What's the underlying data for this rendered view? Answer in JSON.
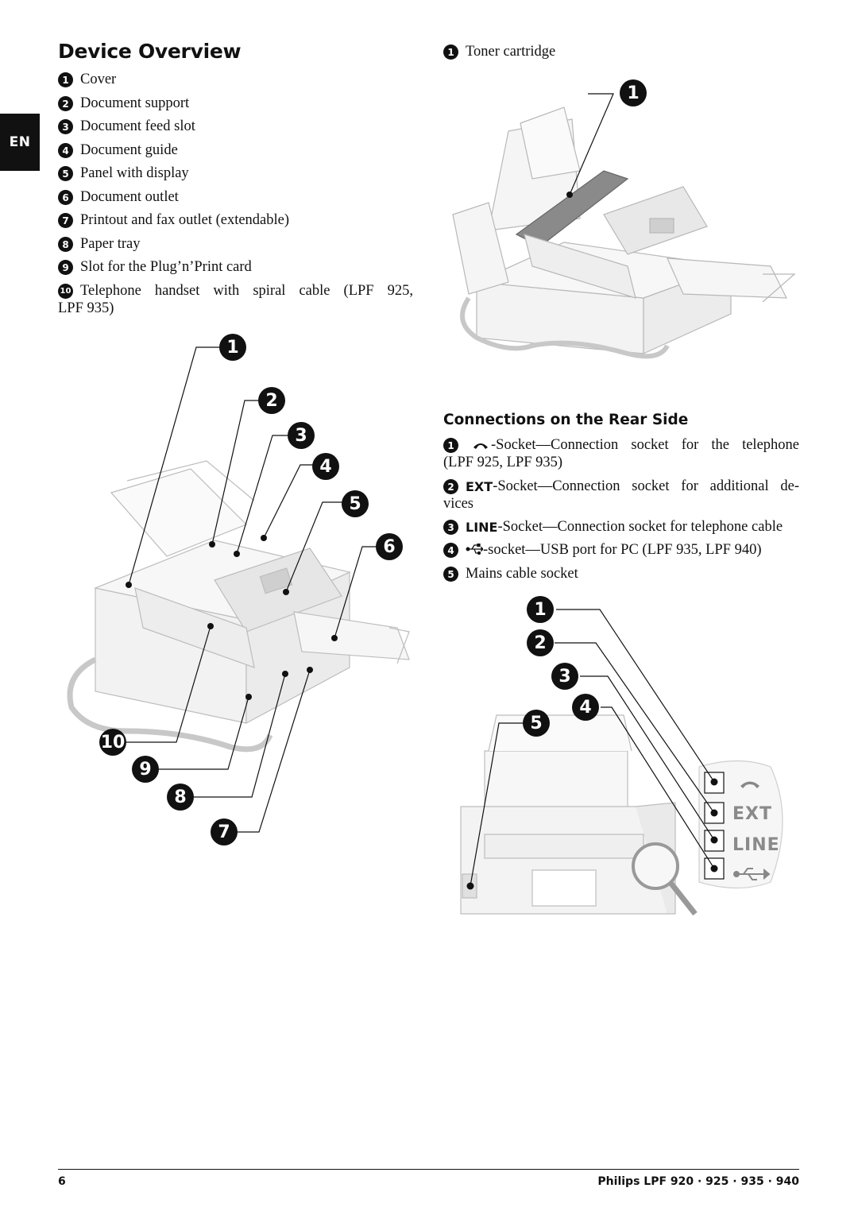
{
  "language_tab": "EN",
  "title": "Device Overview",
  "overview_items": [
    {
      "num": "1",
      "text": "Cover"
    },
    {
      "num": "2",
      "text": "Document support"
    },
    {
      "num": "3",
      "text": "Document feed slot"
    },
    {
      "num": "4",
      "text": "Document guide"
    },
    {
      "num": "5",
      "text": "Panel with display"
    },
    {
      "num": "6",
      "text": "Document outlet"
    },
    {
      "num": "7",
      "text": "Printout and fax outlet (extendable)"
    },
    {
      "num": "8",
      "text": "Paper tray"
    },
    {
      "num": "9",
      "text": "Slot for the Plug’n’Print card"
    },
    {
      "num": "10",
      "text": "Telephone handset with spiral cable (LPF 925,",
      "text_cont": "LPF 935)"
    }
  ],
  "toner": {
    "num": "1",
    "text": "Toner cartridge"
  },
  "rear_title": "Connections on the Rear Side",
  "rear_items": [
    {
      "num": "1",
      "text": "-Socket—Connection socket for the telephone",
      "text_cont": "(LPF 925, LPF 935)",
      "icon": "phone-icon"
    },
    {
      "num": "2",
      "label": "EXT",
      "text": "-Socket—Connection socket for additional de-",
      "text_cont": "vices"
    },
    {
      "num": "3",
      "label": "LINE",
      "text": "-Socket—Connection socket for telephone cable"
    },
    {
      "num": "4",
      "text": "-socket—USB port for PC (LPF 935, LPF 940)",
      "icon": "usb-icon"
    },
    {
      "num": "5",
      "text": "Mains cable socket"
    }
  ],
  "figure_callouts": {
    "toner_figure": [
      "1"
    ],
    "overview_figure": [
      "1",
      "2",
      "3",
      "4",
      "5",
      "6",
      "10",
      "9",
      "8",
      "7"
    ],
    "rear_figure": [
      "1",
      "2",
      "3",
      "4",
      "5"
    ]
  },
  "rear_panel_labels": {
    "ext": "EXT",
    "line": "LINE"
  },
  "footer": {
    "page_number": "6",
    "product": "Philips LPF 920 · 925 · 935 · 940"
  }
}
